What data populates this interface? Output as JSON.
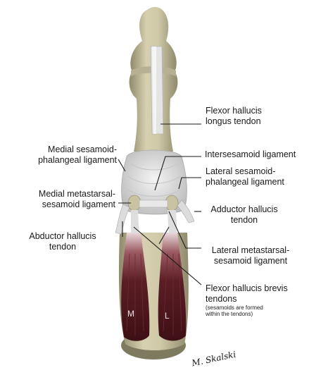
{
  "labels": {
    "flexor_longus_1": "Flexor hallucis",
    "flexor_longus_2": "longus tendon",
    "medial_sesamoid_phalangeal_1": "Medial sesamoid-",
    "medial_sesamoid_phalangeal_2": "phalangeal ligament",
    "intersesamoid": "Intersesamoid ligament",
    "lateral_sesamoid_phalangeal_1": "Lateral sesamoid-",
    "lateral_sesamoid_phalangeal_2": "phalangeal ligament",
    "medial_metatarsal_1": "Medial metastarsal-",
    "medial_metatarsal_2": "sesamoid ligament",
    "adductor_1": "Adductor hallucis",
    "adductor_2": "tendon",
    "abductor_1": "Abductor hallucis",
    "abductor_2": "tendon",
    "lateral_metatarsal_1": "Lateral metastarsal-",
    "lateral_metatarsal_2": "sesamoid ligament",
    "flexor_brevis_1": "Flexor hallucis brevis",
    "flexor_brevis_2": "tendons",
    "flexor_brevis_note_1": "(sesamoids are formed",
    "flexor_brevis_note_2": "within the tendons)",
    "muscle_medial": "M",
    "muscle_lateral": "L"
  },
  "signature": "M. Skalski",
  "colors": {
    "bone": "#c9c3a2",
    "bone_shadow": "#8f8a6c",
    "tendon": "#e6e6e6",
    "ligament": "#d4d4d4",
    "muscle": "#5b1d24",
    "leader": "#1a1a1a"
  }
}
